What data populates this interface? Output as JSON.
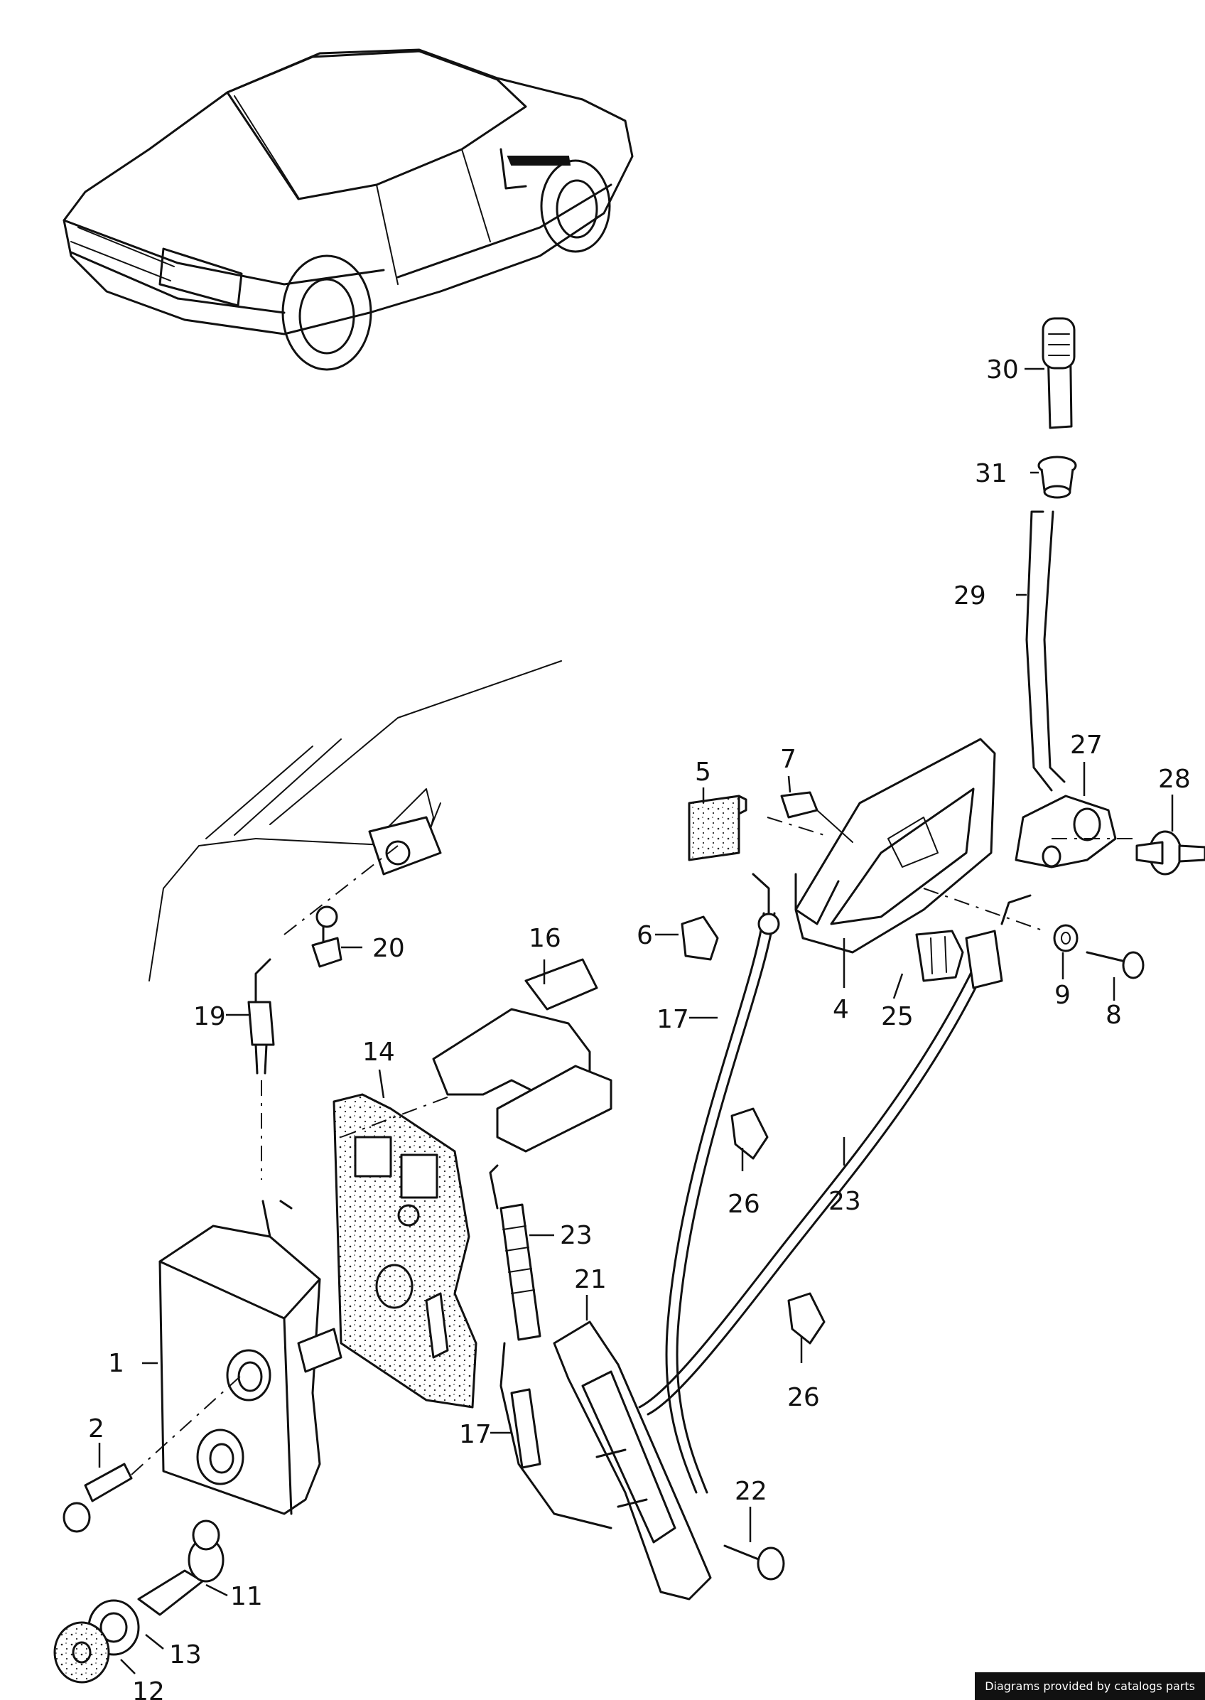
{
  "callouts": [
    "1",
    "2",
    "4",
    "5",
    "6",
    "7",
    "8",
    "9",
    "11",
    "12",
    "13",
    "14",
    "16",
    "17",
    "17",
    "19",
    "20",
    "21",
    "22",
    "23",
    "23",
    "25",
    "26",
    "26",
    "27",
    "28",
    "29",
    "30",
    "31"
  ],
  "credit": "Diagrams provided by catalogs parts"
}
